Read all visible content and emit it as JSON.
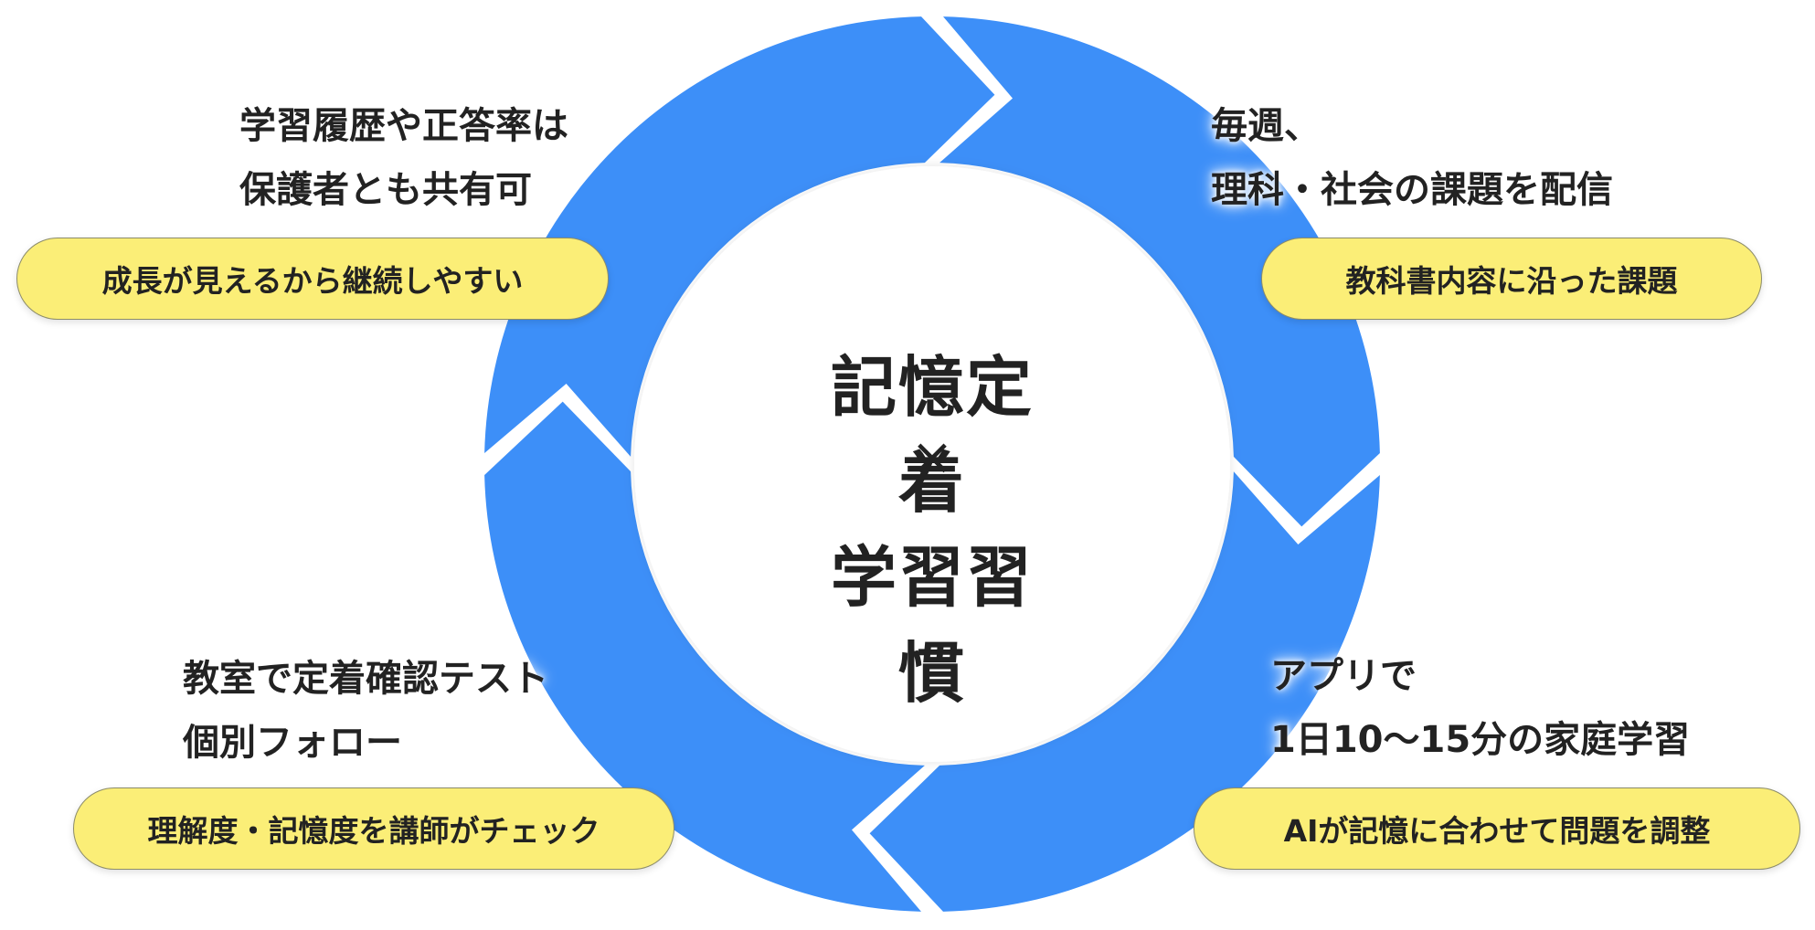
{
  "colors": {
    "ring": "#3d8ff8",
    "pill": "#fbee77",
    "text": "#222222"
  },
  "center": {
    "line1": "記憶定着",
    "line2": "×",
    "line3": "学習習慣"
  },
  "steps": {
    "top_right": {
      "lines": [
        "毎週、",
        "理科・社会の課題を配信"
      ],
      "pill": "教科書内容に沿った課題"
    },
    "bottom_right": {
      "lines": [
        "アプリで",
        "1日10〜15分の家庭学習"
      ],
      "pill": "AIが記憶に合わせて問題を調整"
    },
    "bottom_left": {
      "lines": [
        "教室で定着確認テスト",
        "個別フォロー"
      ],
      "pill": "理解度・記憶度を講師がチェック"
    },
    "top_left": {
      "lines": [
        "学習履歴や正答率は",
        "保護者とも共有可"
      ],
      "pill": "成長が見えるから継続しやすい"
    }
  }
}
